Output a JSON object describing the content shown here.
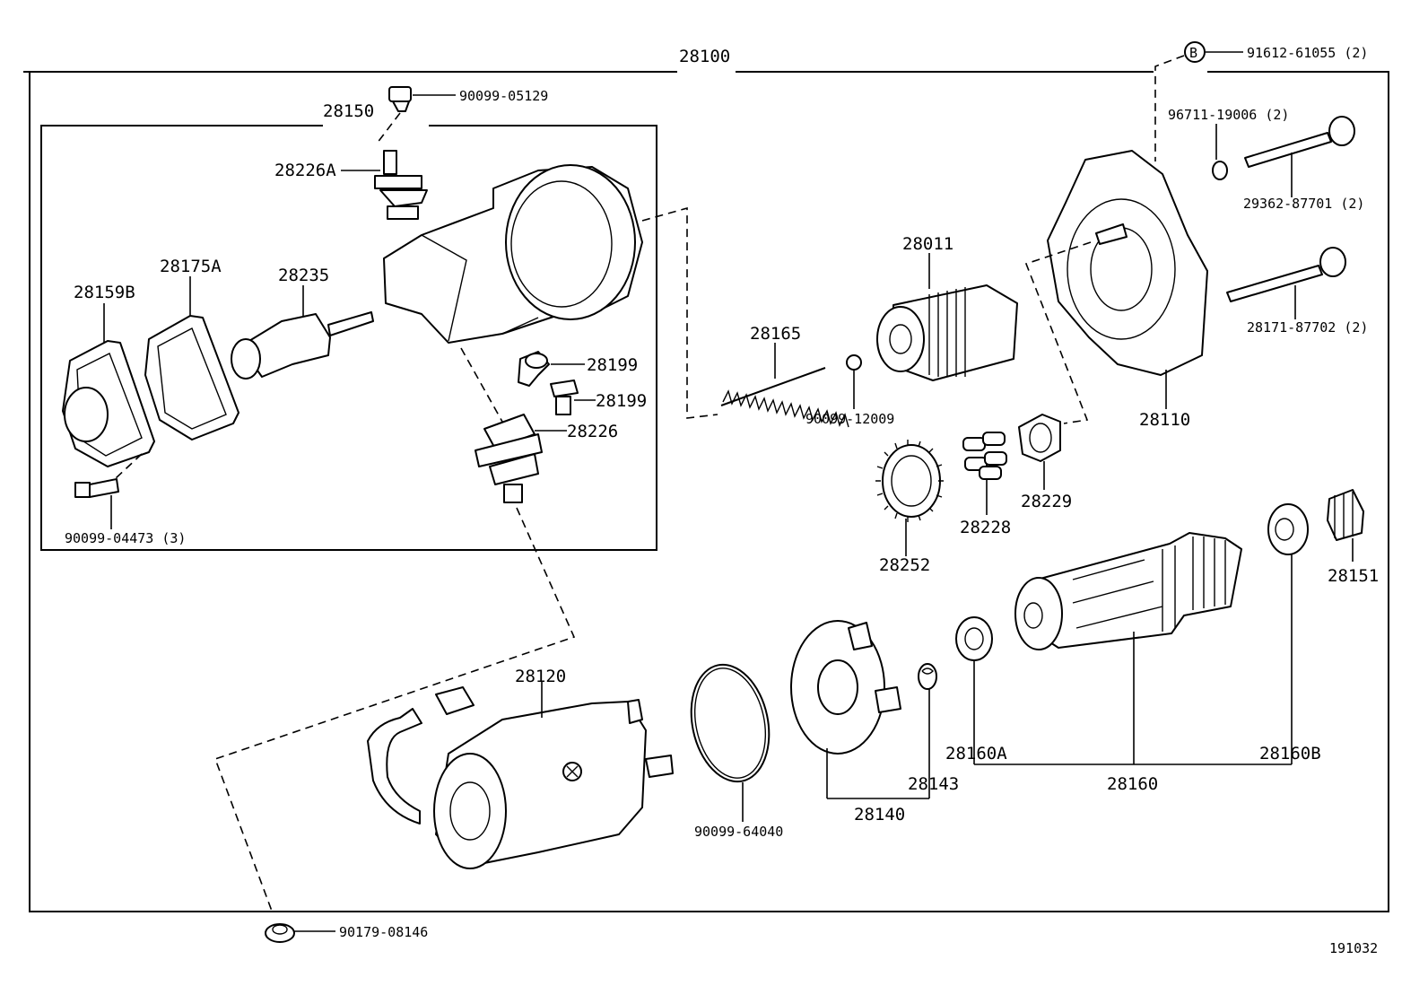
{
  "labels": {
    "assembly": "28100",
    "housing_assy": "28150",
    "terminal_bolt_top": "90099-05129",
    "terminal_a": "28226A",
    "end_cover": "28159B",
    "gasket": "28175A",
    "plunger": "28235",
    "bolt_small_a": "28199",
    "bolt_small_b": "28199",
    "terminal": "28226",
    "cover_screw": "90099-04473 (3)",
    "spring": "28165",
    "ball": "90099-12009",
    "clutch": "28011",
    "b_ref": "91612-61055 (2)",
    "b_mark": "B",
    "washer": "96711-19006 (2)",
    "through_bolt_a": "29362-87701 (2)",
    "through_bolt_b": "28171-87702 (2)",
    "housing": "28110",
    "gear": "28252",
    "rollers": "28228",
    "retainer": "28229",
    "armature_assy": "28160",
    "bearing_a": "28160A",
    "bearing_b": "28160B",
    "pinion": "28151",
    "yoke": "28120",
    "o_ring": "90099-64040",
    "brush_holder_assy": "28140",
    "brush_spring": "28143",
    "nut_bottom": "90179-08146",
    "figure_code": "191032"
  }
}
